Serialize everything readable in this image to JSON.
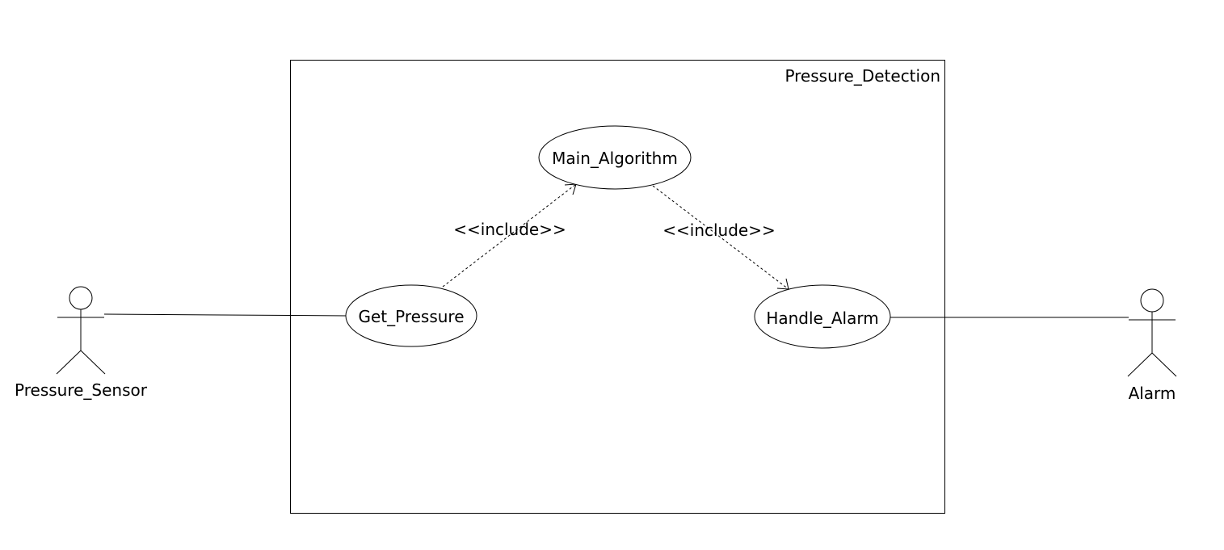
{
  "system": {
    "name": "Pressure_Detection"
  },
  "use_cases": {
    "main_algorithm": "Main_Algorithm",
    "get_pressure": "Get_Pressure",
    "handle_alarm": "Handle_Alarm"
  },
  "relations": {
    "include_left": "<<include>>",
    "include_right": "<<include>>"
  },
  "actors": {
    "pressure_sensor": "Pressure_Sensor",
    "alarm": "Alarm"
  }
}
